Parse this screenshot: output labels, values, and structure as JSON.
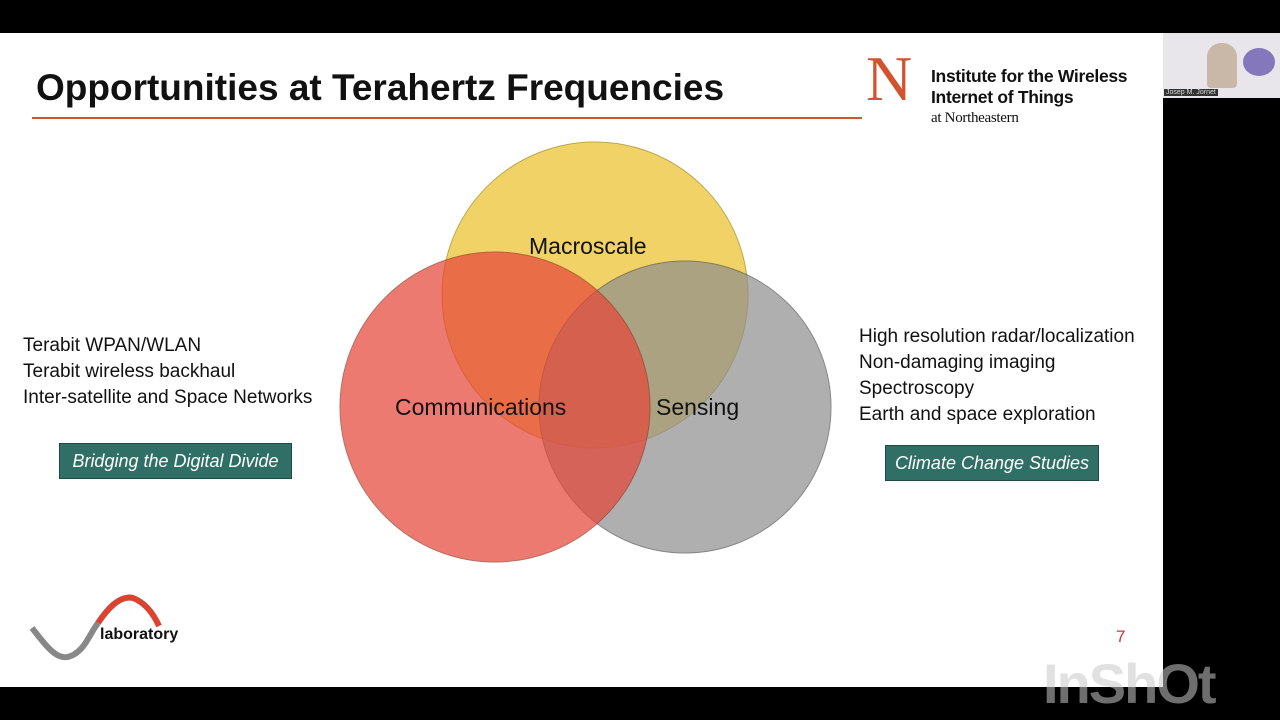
{
  "slide": {
    "title": "Opportunities at Terahertz Frequencies",
    "page_number": "7",
    "logo": {
      "letter": "N",
      "line1": "Institute for the Wireless",
      "line2": "Internet of Things",
      "line3": "at Northeastern"
    },
    "left_list": [
      "Terabit WPAN/WLAN",
      "Terabit wireless backhaul",
      "Inter-satellite and Space Networks"
    ],
    "left_badge": "Bridging the Digital Divide",
    "right_list": [
      "High resolution radar/localization",
      "Non-damaging imaging",
      "Spectroscopy",
      "Earth and space exploration"
    ],
    "right_badge": "Climate Change Studies",
    "venn": {
      "top": "Macroscale",
      "left": "Communications",
      "right": "Sensing"
    },
    "lab_logo": "laboratory",
    "colors": {
      "accent": "#d3532f",
      "badge": "#2f6f66",
      "yellow": "#f0cf5a",
      "red": "#e8604f",
      "gray": "#9a9a9a"
    }
  },
  "video": {
    "speaker": "Josep M. Jornet"
  },
  "watermark": "InShOt"
}
